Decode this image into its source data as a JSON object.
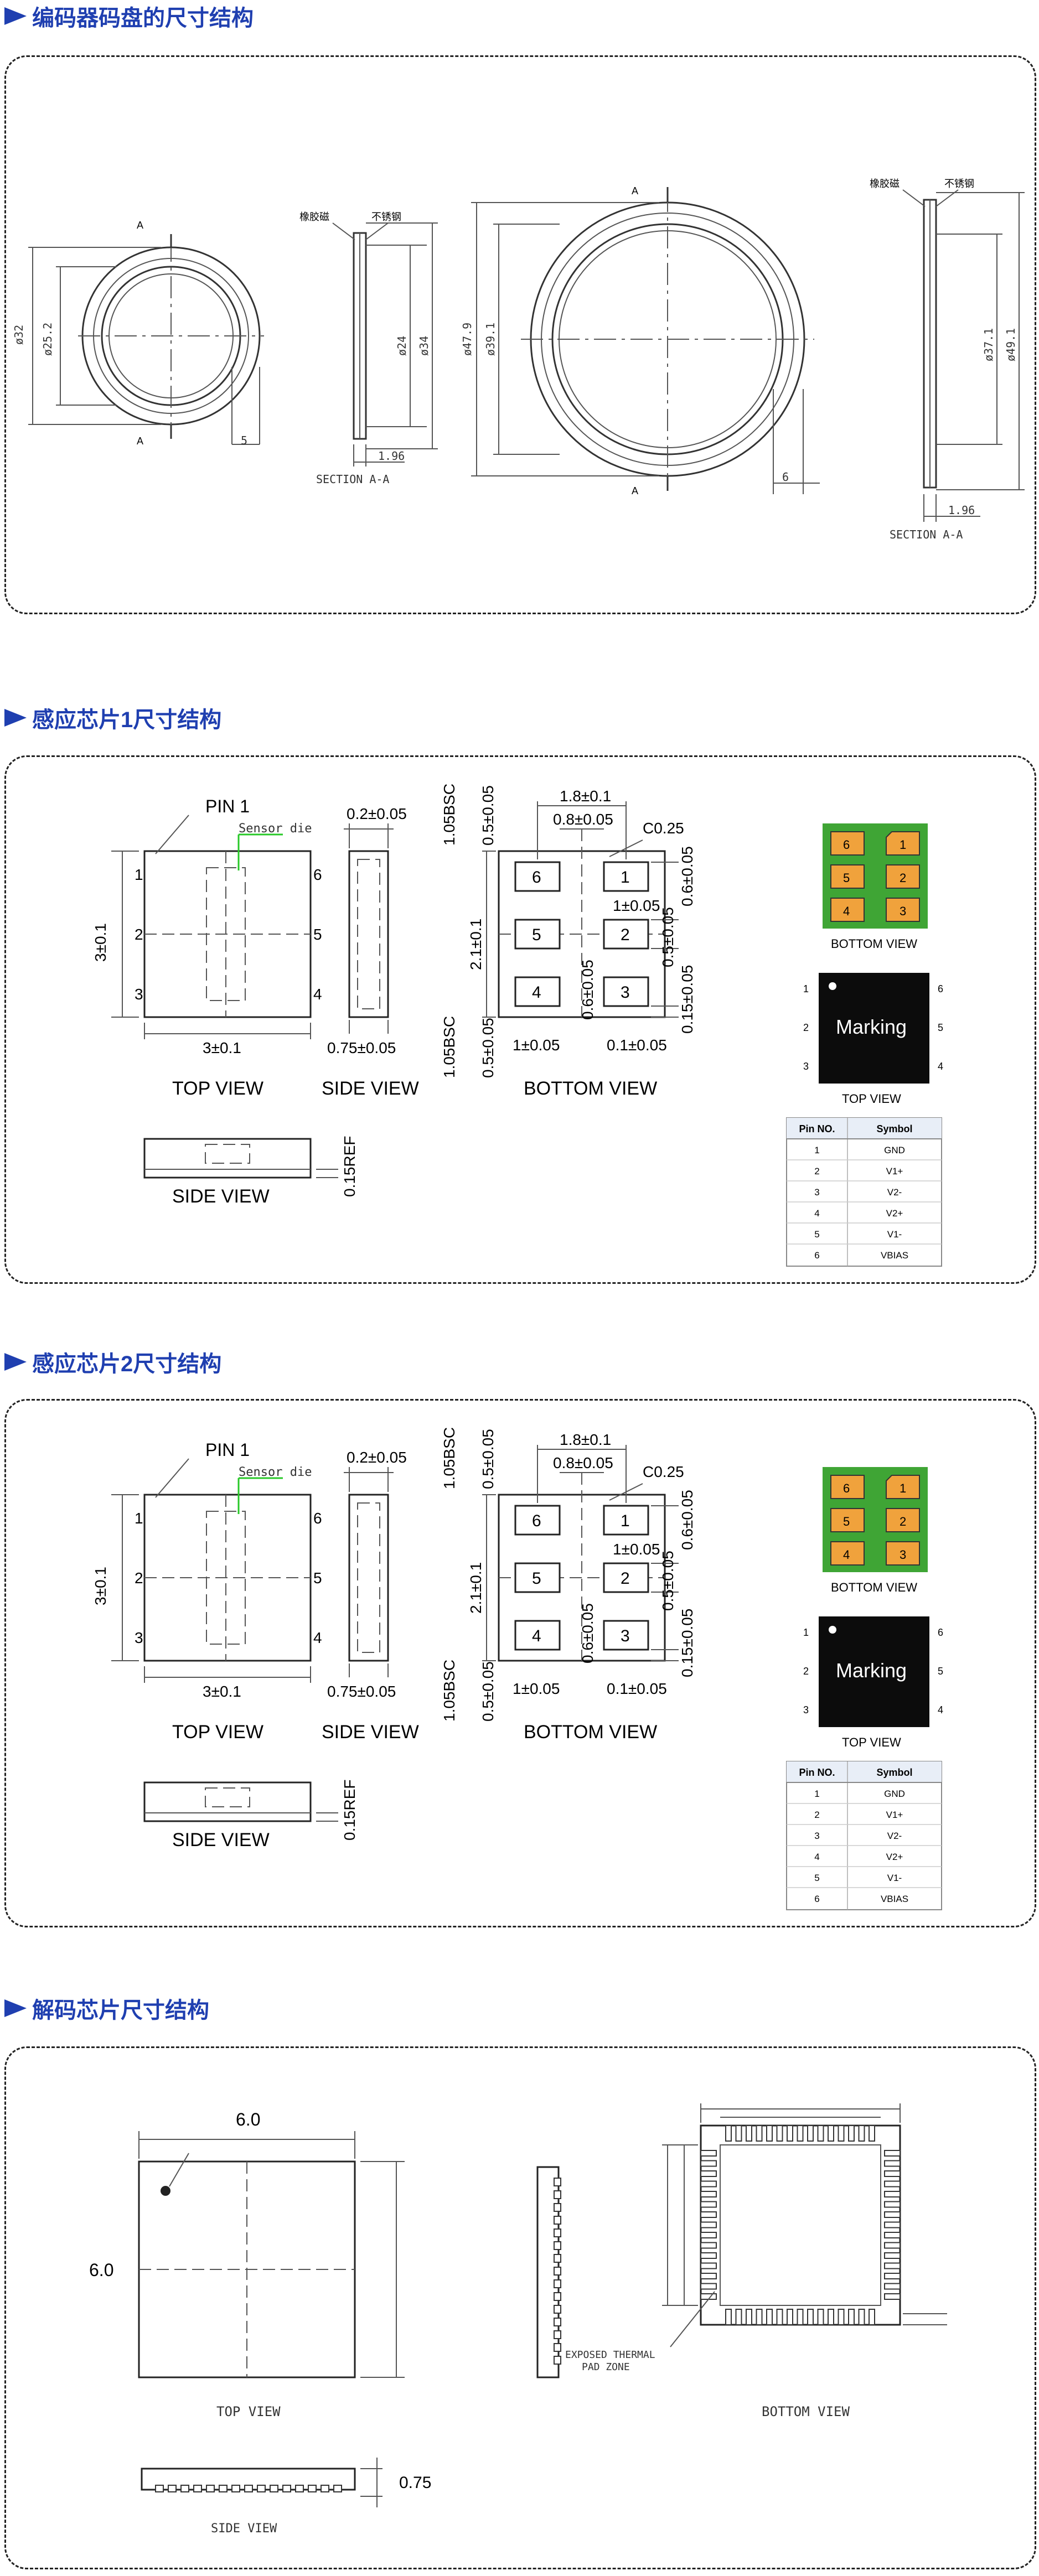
{
  "sections": [
    {
      "title": "编码器码盘的尺寸结构"
    },
    {
      "title": "感应芯片1尺寸结构"
    },
    {
      "title": "感应芯片2尺寸结构"
    },
    {
      "title": "解码芯片尺寸结构"
    }
  ],
  "disk": {
    "section_mark": "A",
    "rubber": "橡胶磁",
    "steel": "不锈钢",
    "section_caption": "SECTION A-A",
    "small": {
      "d_outer": "ø32",
      "d_inner": "ø25.2",
      "offset": "5",
      "d_a": "ø24",
      "d_b": "ø34",
      "thickness": "1.96"
    },
    "large": {
      "d_outer": "ø47.9",
      "d_inner": "ø39.1",
      "offset": "6",
      "d_a": "ø37.1",
      "d_b": "ø49.1",
      "thickness": "1.96"
    }
  },
  "chip": {
    "pin1": "PIN 1",
    "sensor_die": "Sensor die",
    "dim_3": "3±0.1",
    "dim_02": "0.2±0.05",
    "dim_075": "0.75±0.05",
    "dim_015ref": "0.15REF",
    "dim_105bsc": "1.05BSC",
    "dim_05": "0.5±0.05",
    "dim_18": "1.8±0.1",
    "dim_08": "0.8±0.05",
    "c025": "C0.25",
    "dim_06": "0.6±0.05",
    "dim_21": "2.1±0.1",
    "dim_1": "1±0.05",
    "dim_01": "0.1±0.05",
    "dim_015": "0.15±0.05",
    "top_view": "TOP VIEW",
    "side_view": "SIDE VIEW",
    "bottom_view": "BOTTOM VIEW",
    "marking": "Marking",
    "pins_left": [
      "1",
      "2",
      "3"
    ],
    "pins_right": [
      "6",
      "5",
      "4"
    ],
    "table_headers": [
      "Pin NO.",
      "Symbol"
    ],
    "table_rows": [
      [
        "1",
        "GND"
      ],
      [
        "2",
        "V1+"
      ],
      [
        "3",
        "V2-"
      ],
      [
        "4",
        "V2+"
      ],
      [
        "5",
        "V1-"
      ],
      [
        "6",
        "VBIAS"
      ]
    ],
    "pad_color": "#f0a23c",
    "pcb_color": "#3fa535"
  },
  "decoder": {
    "dim_6": "6.0",
    "dim_075": "0.75",
    "top_view": "TOP VIEW",
    "side_view": "SIDE VIEW",
    "bottom_view": "BOTTOM VIEW",
    "exposed_pad_1": "EXPOSED THERMAL",
    "exposed_pad_2": "PAD ZONE"
  }
}
